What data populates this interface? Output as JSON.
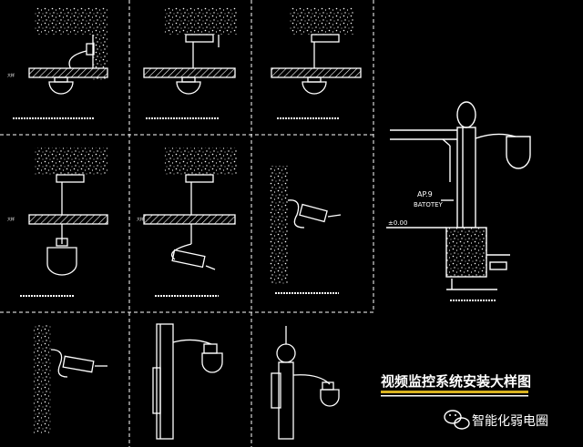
{
  "title": "视频监控系统安装大样图",
  "watermark": "智能化弱电圈",
  "annotations": {
    "pole_height": "AP.9",
    "pole_label": "BATOTEY",
    "ground_level": "±0.00",
    "left_marker": "大样"
  },
  "colors": {
    "background": "#000000",
    "line": "#ffffff",
    "grid": "#ffffff",
    "title_underline_yellow": "#d9b21f",
    "title_underline_white": "#ffffff"
  }
}
